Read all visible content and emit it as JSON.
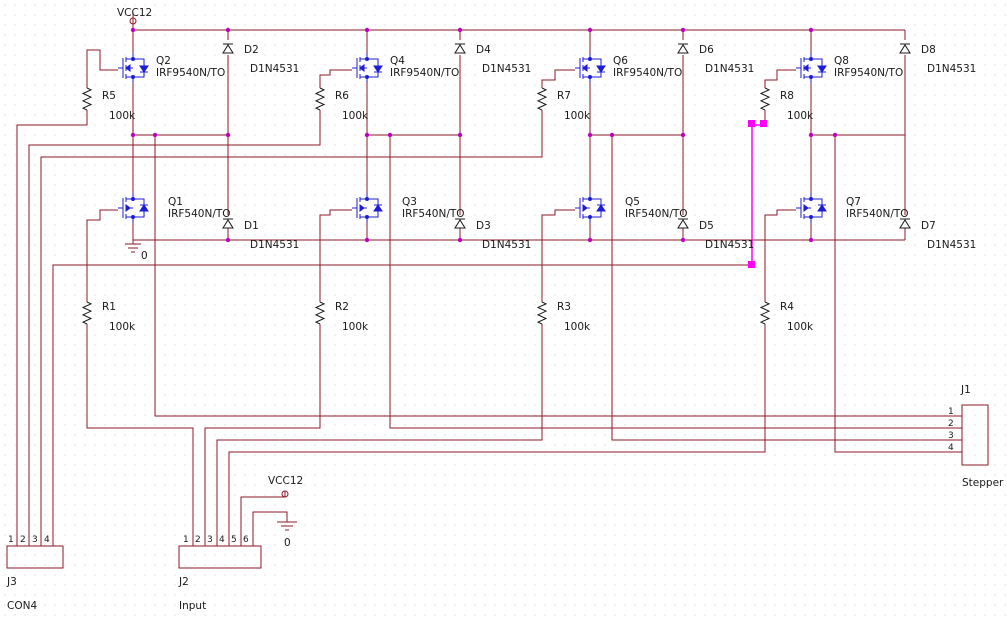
{
  "power": {
    "vcc_top": "VCC12",
    "vcc_input": "VCC12",
    "gnd_top": "0",
    "gnd_input": "0"
  },
  "mosfets": [
    {
      "ref": "Q1",
      "part": "IRF540N/TO"
    },
    {
      "ref": "Q2",
      "part": "IRF9540N/TO"
    },
    {
      "ref": "Q3",
      "part": "IRF540N/TO"
    },
    {
      "ref": "Q4",
      "part": "IRF9540N/TO"
    },
    {
      "ref": "Q5",
      "part": "IRF540N/TO"
    },
    {
      "ref": "Q6",
      "part": "IRF9540N/TO"
    },
    {
      "ref": "Q7",
      "part": "IRF540N/TO"
    },
    {
      "ref": "Q8",
      "part": "IRF9540N/TO"
    }
  ],
  "diodes": [
    {
      "ref": "D1",
      "part": "D1N4531"
    },
    {
      "ref": "D2",
      "part": "D1N4531"
    },
    {
      "ref": "D3",
      "part": "D1N4531"
    },
    {
      "ref": "D4",
      "part": "D1N4531"
    },
    {
      "ref": "D5",
      "part": "D1N4531"
    },
    {
      "ref": "D6",
      "part": "D1N4531"
    },
    {
      "ref": "D7",
      "part": "D1N4531"
    },
    {
      "ref": "D8",
      "part": "D1N4531"
    }
  ],
  "resistors": [
    {
      "ref": "R1",
      "value": "100k"
    },
    {
      "ref": "R2",
      "value": "100k"
    },
    {
      "ref": "R3",
      "value": "100k"
    },
    {
      "ref": "R4",
      "value": "100k"
    },
    {
      "ref": "R5",
      "value": "100k"
    },
    {
      "ref": "R6",
      "value": "100k"
    },
    {
      "ref": "R7",
      "value": "100k"
    },
    {
      "ref": "R8",
      "value": "100k"
    }
  ],
  "connectors": {
    "j1": {
      "ref": "J1",
      "name": "Stepper",
      "pins": [
        "1",
        "2",
        "3",
        "4"
      ]
    },
    "j2": {
      "ref": "J2",
      "name": "Input",
      "pins": [
        "1",
        "2",
        "3",
        "4",
        "5",
        "6"
      ]
    },
    "j3": {
      "ref": "J3",
      "name": "CON4",
      "pins": [
        "1",
        "2",
        "3",
        "4"
      ]
    }
  },
  "colors": {
    "wire": "#8b1a2a",
    "component": "#1d1dd6",
    "selection": "#ff00ff",
    "grid": "#c8c8c8"
  }
}
